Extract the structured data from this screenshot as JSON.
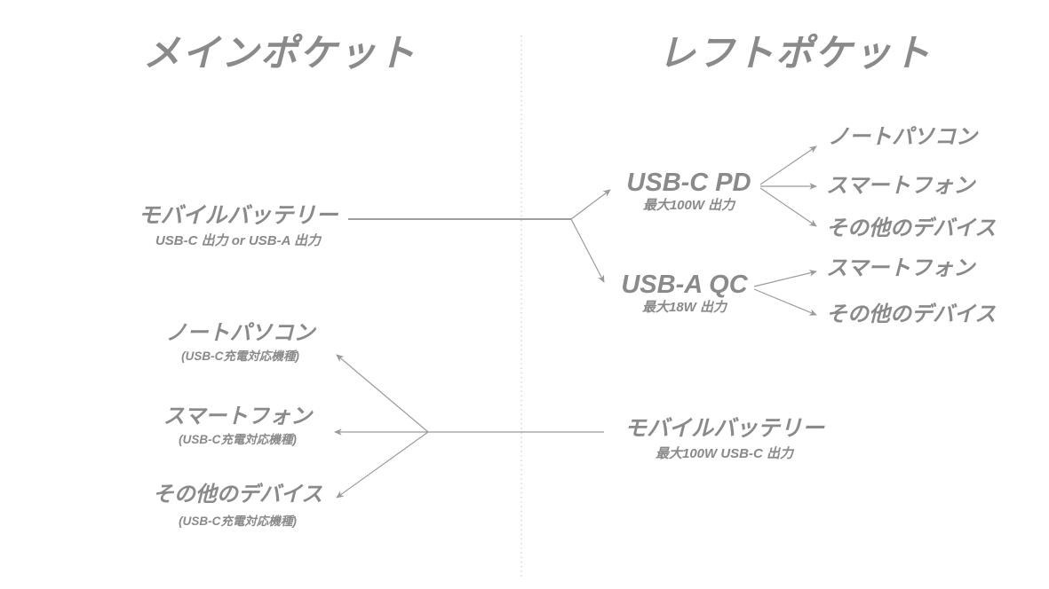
{
  "colors": {
    "text": "#8a8a8a",
    "line": "#9b9b9b",
    "divider": "#c5c5c5",
    "background": "#ffffff"
  },
  "titles": {
    "main_pocket": "メインポケット",
    "left_pocket": "レフトポケット"
  },
  "main_pocket": {
    "battery": {
      "label": "モバイルバッテリー",
      "sublabel": "USB-C 出力 or USB-A 出力"
    },
    "devices": [
      {
        "label": "ノートパソコン",
        "sublabel": "(USB-C充電対応機種)"
      },
      {
        "label": "スマートフォン",
        "sublabel": "(USB-C充電対応機種)"
      },
      {
        "label": "その他のデバイス",
        "sublabel": "(USB-C充電対応機種)"
      }
    ]
  },
  "left_pocket": {
    "ports": [
      {
        "label": "USB-C PD",
        "sublabel": "最大100W 出力",
        "targets": [
          "ノートパソコン",
          "スマートフォン",
          "その他のデバイス"
        ]
      },
      {
        "label": "USB-A QC",
        "sublabel": "最大18W 出力",
        "targets": [
          "スマートフォン",
          "その他のデバイス"
        ]
      }
    ],
    "battery": {
      "label": "モバイルバッテリー",
      "sublabel": "最大100W USB-C 出力"
    }
  }
}
